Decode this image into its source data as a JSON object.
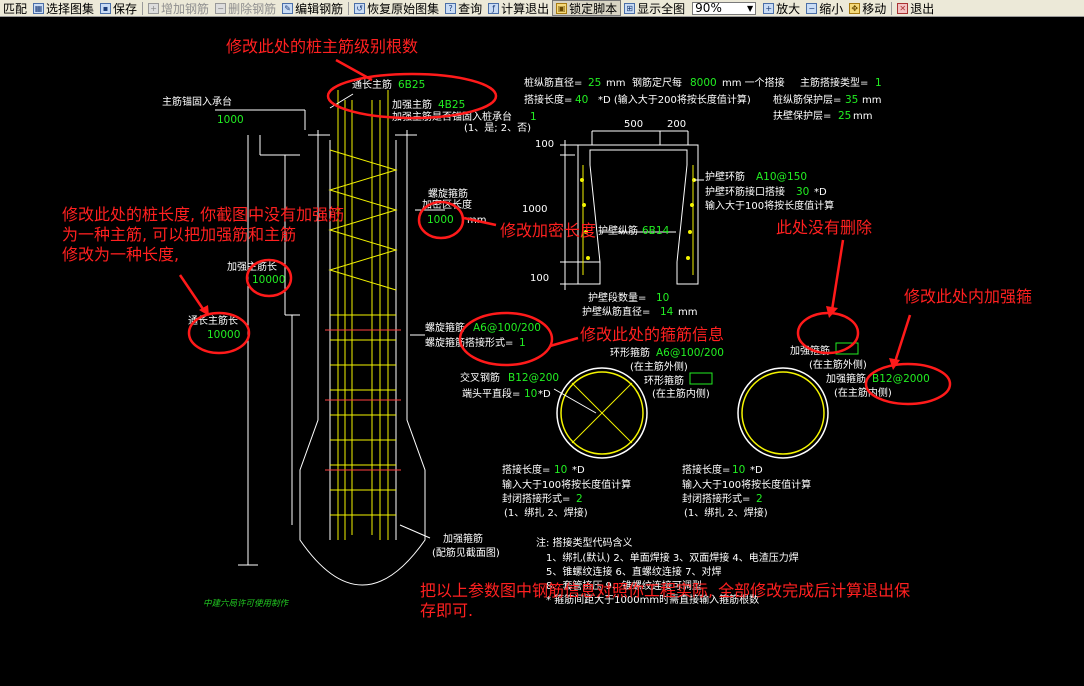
{
  "toolbar": {
    "items": [
      {
        "label": "匹配",
        "icon": "match-icon"
      },
      {
        "label": "选择图集",
        "icon": "select-atlas-icon"
      },
      {
        "label": "保存",
        "icon": "save-icon"
      },
      {
        "label": "增加钢筋",
        "icon": "add-rebar-icon",
        "disabled": true
      },
      {
        "label": "删除钢筋",
        "icon": "delete-rebar-icon",
        "disabled": true
      },
      {
        "label": "编辑钢筋",
        "icon": "edit-rebar-icon"
      },
      {
        "label": "恢复原始图集",
        "icon": "restore-atlas-icon"
      },
      {
        "label": "查询",
        "icon": "query-icon"
      },
      {
        "label": "计算退出",
        "icon": "calc-exit-icon"
      },
      {
        "label": "锁定脚本",
        "icon": "lock-icon",
        "pressed": true
      },
      {
        "label": "显示全图",
        "icon": "fit-view-icon"
      }
    ],
    "zoom": "90%",
    "right_items": [
      {
        "label": "放大",
        "icon": "zoom-in-icon"
      },
      {
        "label": "缩小",
        "icon": "zoom-out-icon"
      },
      {
        "label": "移动",
        "icon": "move-icon"
      },
      {
        "label": "退出",
        "icon": "exit-icon"
      }
    ]
  },
  "drawing": {
    "params": {
      "line1_a": "桩纵筋直径=",
      "line1_a_val": "25",
      "line1_a_unit": "mm",
      "line1_b": "钢筋定尺每",
      "line1_b_val": "8000",
      "line1_b_tail": "mm 一个搭接",
      "line1_c": "主筋搭接类型=",
      "line1_c_val": "1",
      "line2_a": "搭接长度=",
      "line2_a_val": "40",
      "line2_b": "*D (输入大于200将按长度值计算)",
      "line2_c": "桩纵筋保护层=",
      "line2_c_val": "35",
      "line2_c_unit": "mm",
      "line3_a": "扶壁保护层=",
      "line3_a_val": "25",
      "line3_a_unit": "mm"
    },
    "left": {
      "anchor_label": "主筋锚固入承台",
      "anchor_val": "1000",
      "long_main": "通长主筋",
      "long_main_val": "6B25",
      "reinf_main": "加强主筋",
      "reinf_main_val": "4B25",
      "reinf_anchor": "加强主筋是否锚固入桩承台",
      "reinf_anchor_val": "1",
      "reinf_anchor_opts": "(1、是; 2、否)",
      "spiral_title": "螺旋箍筋",
      "dense_len": "加密区长度",
      "dense_val": "1000",
      "dense_unit": "mm",
      "reinf_main_len": "加强主筋长",
      "reinf_main_len_val": "10000",
      "long_main_len": "通长主筋长",
      "long_main_len_val": "10000",
      "spiral_label": "螺旋箍筋",
      "spiral_val": "A6@100/200",
      "spiral_lap": "螺旋箍筋搭接形式=",
      "spiral_lap_val": "1",
      "reinf_hoop": "加强箍筋",
      "reinf_hoop_note": "(配筋见截面图)",
      "credit": "中建六局许可使用制作"
    },
    "wall": {
      "dim_500": "500",
      "dim_200": "200",
      "dim_100_top": "100",
      "dim_1000": "1000",
      "dim_100_bot": "100",
      "ring": "护壁环筋",
      "ring_val": "A10@150",
      "ring_lap": "护壁环筋接口搭接",
      "ring_lap_val": "30",
      "ring_lap_unit": "*D",
      "ring_note": "输入大于100将按长度值计算",
      "long_bar": "护壁纵筋",
      "long_bar_val": "6B14",
      "count": "护壁段数量=",
      "count_val": "10",
      "long_dia": "护壁纵筋直径=",
      "long_dia_val": "14",
      "long_dia_unit": "mm"
    },
    "section1": {
      "ring_label": "环形箍筋",
      "ring_val": "A6@100/200",
      "ring_side": "(在主筋外侧)",
      "ring2_label": "环形箍筋",
      "ring2_side": "(在主筋内侧)",
      "cross_label": "交叉钢筋",
      "cross_val": "B12@200",
      "end_label": "端头平直段=",
      "end_val": "10",
      "end_unit": "*D",
      "lap": "搭接长度=",
      "lap_val": "10",
      "lap_unit": "*D",
      "note": "输入大于100将按长度值计算",
      "close": "封闭搭接形式=",
      "close_val": "2",
      "close_opts": "(1、绑扎  2、焊接)"
    },
    "section2": {
      "hoop_label": "加强箍筋",
      "hoop_side": "(在主筋外侧)",
      "hoop2_label": "加强箍筋",
      "hoop2_val": "B12@2000",
      "hoop2_side": "(在主筋内侧)",
      "lap": "搭接长度=",
      "lap_val": "10",
      "lap_unit": "*D",
      "note": "输入大于100将按长度值计算",
      "close": "封闭搭接形式=",
      "close_val": "2",
      "close_opts": "(1、绑扎  2、焊接)"
    },
    "legend": {
      "title": "注: 搭接类型代码含义",
      "row1": "1、绑扎(默认)   2、单面焊接   3、双面焊接   4、电渣压力焊",
      "row2": "5、锥螺纹连接   6、直螺纹连接   7、对焊",
      "row3": "8、套管挤压   9、锥螺纹连接可调型",
      "note": "* 箍筋间距大于1000mm时需直接输入箍筋根数"
    }
  },
  "annotations": {
    "a1": "修改此处的桩主筋级别根数",
    "a2_line1": "修改此处的桩长度, 你截图中没有加强筋",
    "a2_line2": "为一种主筋, 可以把加强筋和主筋",
    "a2_line3": "修改为一种长度,",
    "a3": "修改加密长度",
    "a4": "此处没有删除",
    "a5": "修改此处内加强箍",
    "a6": "修改此处的箍筋信息",
    "a7_line1": "把以上参数图中钢筋信息对照你工程实际, 全部修改完成后计算退出保",
    "a7_line2": "存即可."
  },
  "colors": {
    "background": "#000000",
    "annotation": "#ff2020",
    "value": "#22ee22",
    "rebar": "#f4f400",
    "line": "#ffffff"
  }
}
